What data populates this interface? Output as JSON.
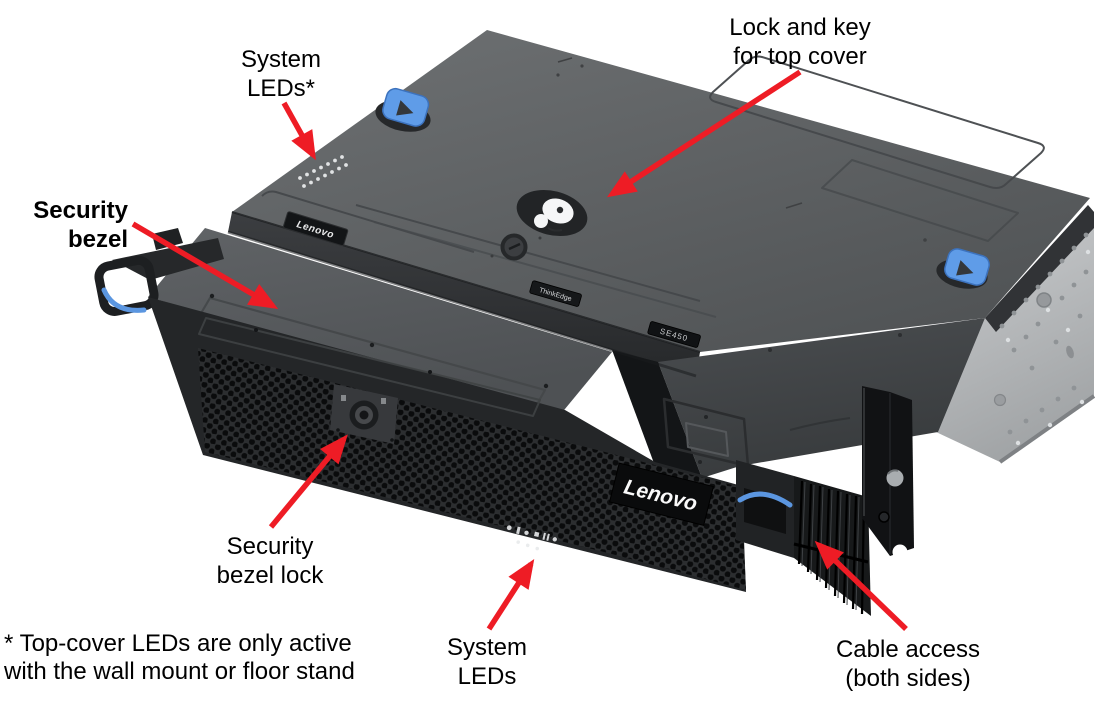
{
  "figure": {
    "description": "Labeled diagram of a Lenovo ThinkEdge SE450 edge server with security bezel"
  },
  "annotations": {
    "system_leds_top": {
      "line1": "System",
      "line2": "LEDs*"
    },
    "lock_key": {
      "line1": "Lock and key",
      "line2": "for top cover"
    },
    "security_bezel": {
      "line1": "Security",
      "line2": "bezel"
    },
    "security_bezel_lock": {
      "line1": "Security",
      "line2": "bezel lock"
    },
    "system_leds_bottom": {
      "line1": "System",
      "line2": "LEDs"
    },
    "cable_access": {
      "line1": "Cable access",
      "line2": "(both sides)"
    },
    "footnote": {
      "line1": "* Top-cover LEDs are only active",
      "line2": "with the wall mount or floor stand"
    }
  },
  "device": {
    "top_logo": "Lenovo",
    "front_logo": "Lenovo",
    "thinkedge_badge": "ThinkEdge",
    "model_badge": "SE450"
  },
  "colors": {
    "arrow_red": "#ee1c25",
    "latch_blue": "#5f9ce8",
    "handle_accent_blue": "#5b96e0",
    "cover_gray": "#606365",
    "chassis_light_gray": "#b8babc"
  }
}
